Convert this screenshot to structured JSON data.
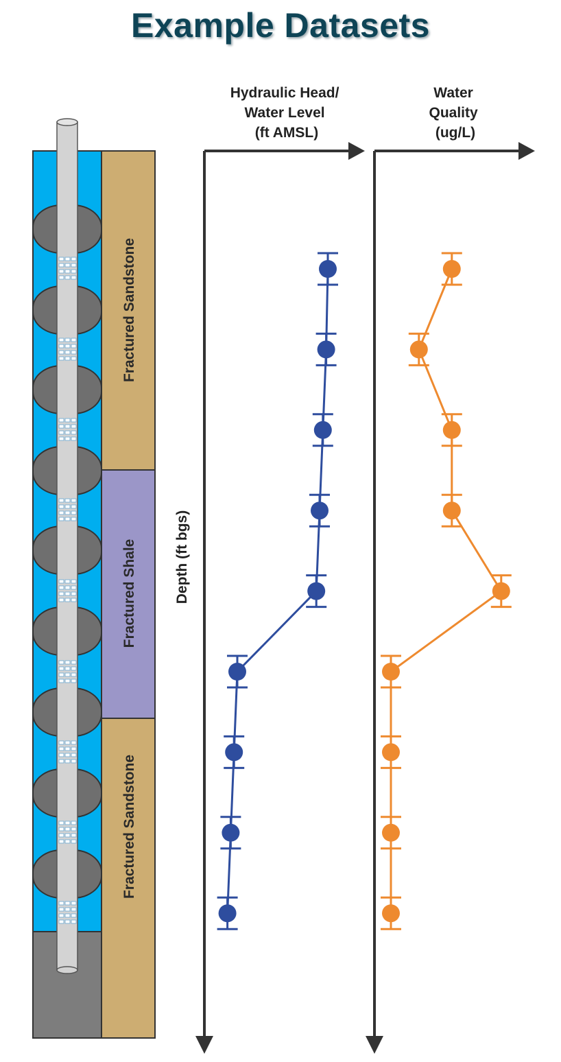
{
  "title": "Example Datasets",
  "layers": [
    {
      "name": "Fractured Sandstone",
      "color": "#cdad72"
    },
    {
      "name": "Fractured Shale",
      "color": "#9b96c8"
    },
    {
      "name": "Fractured Sandstone",
      "color": "#cdad72"
    }
  ],
  "colors": {
    "water": "#00aeef",
    "packer": "#6f6f6f",
    "pipe": "#d3d3d3",
    "bedrock": "#7d7d7d",
    "head_series": "#2e4d9e",
    "quality_series": "#ee8a2f"
  },
  "axes": {
    "depth_label": "Depth (ft bgs)",
    "head_label_lines": [
      "Hydraulic Head/",
      "Water Level",
      "(ft AMSL)"
    ],
    "quality_label_lines": [
      "Water",
      "Quality",
      "(ug/L)"
    ]
  },
  "chart_data": [
    {
      "type": "scatter",
      "name": "hydraulic-head-profile",
      "x_relative": [
        0.75,
        0.74,
        0.72,
        0.7,
        0.68,
        0.2,
        0.18,
        0.16,
        0.14
      ],
      "y_zone": [
        1,
        2,
        3,
        4,
        5,
        6,
        7,
        8,
        9
      ],
      "error_bars": true
    },
    {
      "type": "scatter",
      "name": "water-quality-profile",
      "x_relative": [
        0.47,
        0.27,
        0.47,
        0.47,
        0.77,
        0.1,
        0.1,
        0.1,
        0.1
      ],
      "y_zone": [
        1,
        2,
        3,
        4,
        5,
        6,
        7,
        8,
        9
      ],
      "error_bars": true
    }
  ]
}
